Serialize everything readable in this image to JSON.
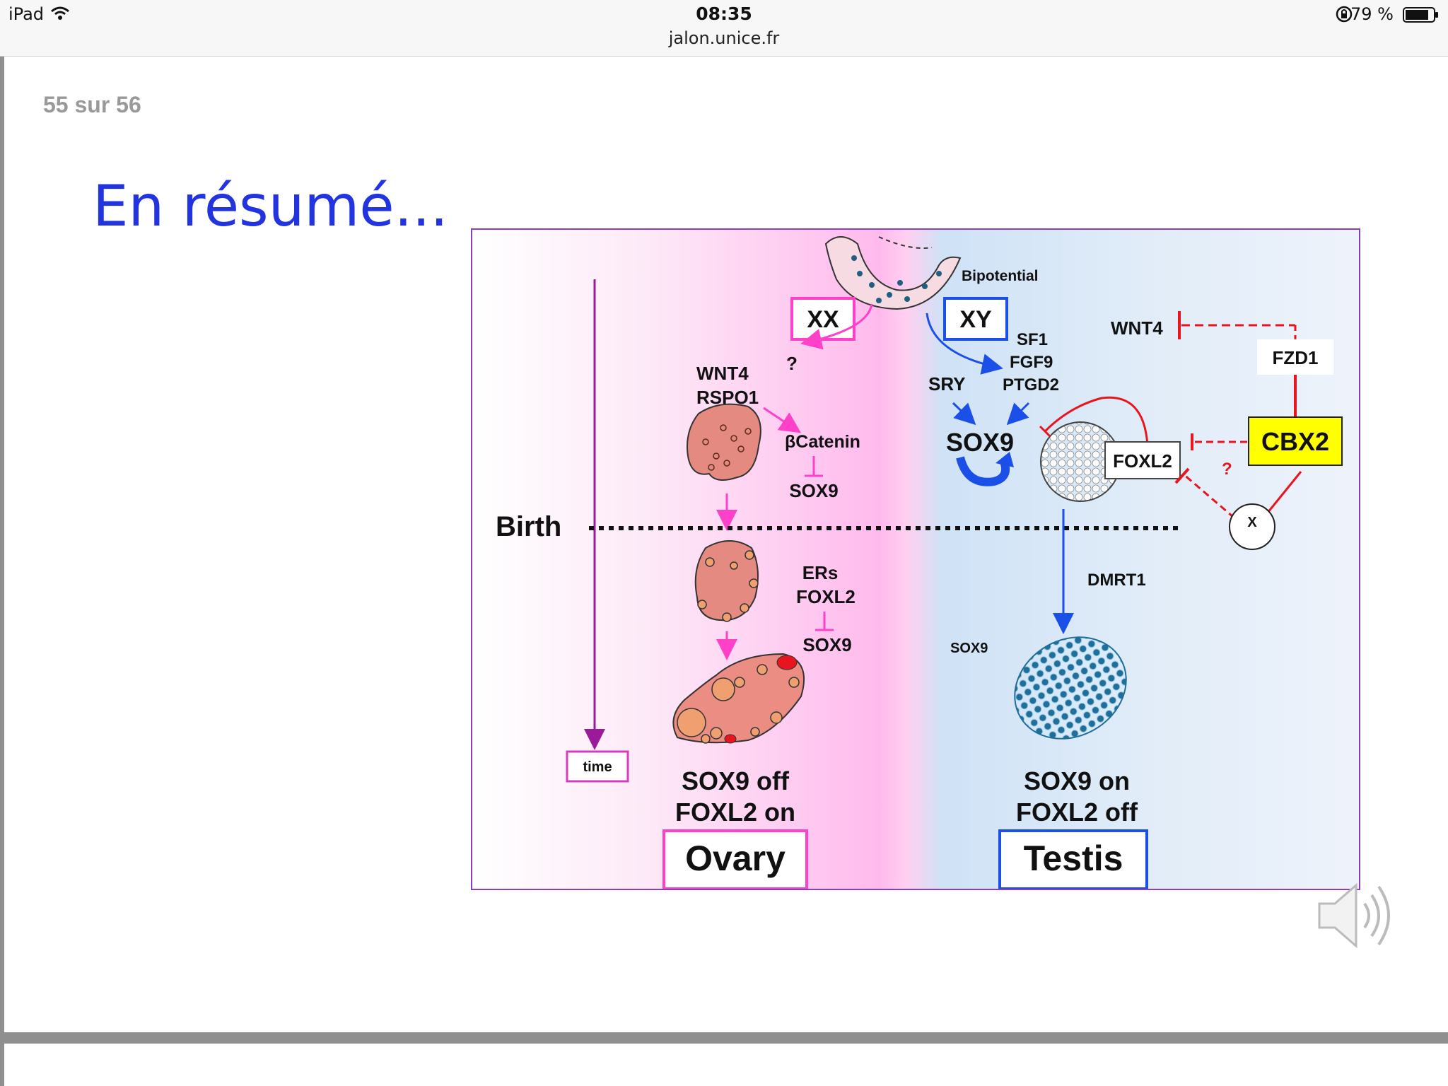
{
  "status_bar": {
    "device": "iPad",
    "time": "08:35",
    "url": "jalon.unice.fr",
    "battery": "79 %",
    "icons": [
      "wifi-icon",
      "rotation-lock-icon",
      "battery-icon"
    ]
  },
  "page": {
    "counter": "55 sur 56",
    "title": "En résumé..."
  },
  "figure": {
    "bipotential": "Bipotential",
    "xx": "XX",
    "xy": "XY",
    "question1": "?",
    "wnt4_left": "WNT4",
    "rspo1": "RSPO1",
    "bcatenin": "βCatenin",
    "sox9_inhibited1": "SOX9",
    "birth": "Birth",
    "ers": "ERs",
    "foxl2_left": "FOXL2",
    "sox9_inhibited2": "SOX9",
    "time": "time",
    "ovary_line1": "SOX9 off",
    "ovary_line2": "FOXL2 on",
    "ovary": "Ovary",
    "sf1": "SF1",
    "fgf9": "FGF9",
    "ptgd2": "PTGD2",
    "sry": "SRY",
    "sox9_center": "SOX9",
    "wnt4_right": "WNT4",
    "fzd1": "FZD1",
    "foxl2_box": "FOXL2",
    "cbx2": "CBX2",
    "question2": "?",
    "x": "X",
    "dmrt1": "DMRT1",
    "sox9_small": "SOX9",
    "testis_line1": "SOX9 on",
    "testis_line2": "FOXL2 off",
    "testis": "Testis"
  },
  "colors": {
    "title_blue": "#2233e0",
    "figure_border": "#8a3fb6",
    "female_pink": "#ff40c8",
    "male_blue": "#1a4fe8",
    "inhibition_red": "#e8141e",
    "cbx2_yellow": "#ffff00"
  }
}
